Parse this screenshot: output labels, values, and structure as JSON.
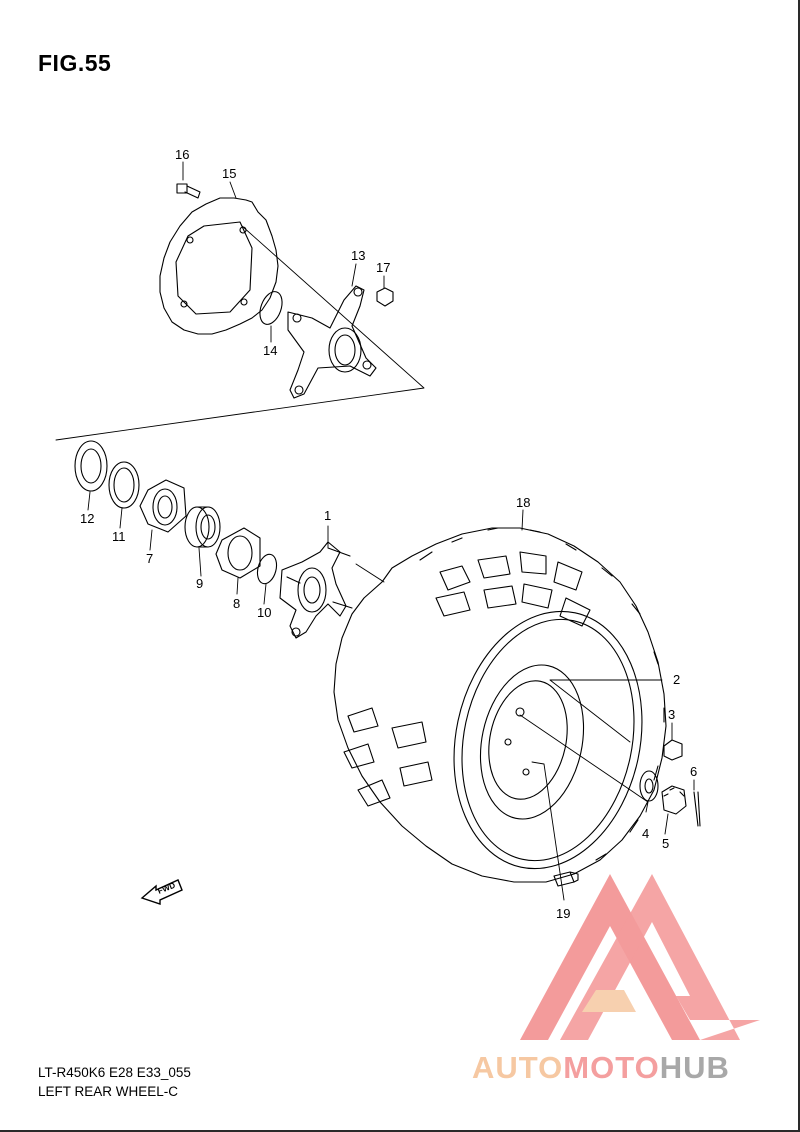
{
  "figure": {
    "title": "FIG.55"
  },
  "parts": [
    {
      "number": "1"
    },
    {
      "number": "2"
    },
    {
      "number": "3"
    },
    {
      "number": "4"
    },
    {
      "number": "5"
    },
    {
      "number": "6"
    },
    {
      "number": "7"
    },
    {
      "number": "8"
    },
    {
      "number": "9"
    },
    {
      "number": "10"
    },
    {
      "number": "11"
    },
    {
      "number": "12"
    },
    {
      "number": "13"
    },
    {
      "number": "14"
    },
    {
      "number": "15"
    },
    {
      "number": "16"
    },
    {
      "number": "17"
    },
    {
      "number": "18"
    },
    {
      "number": "19"
    }
  ],
  "footer": {
    "model_code": "LT-R450K6 E28 E33_055",
    "section_name": "LEFT REAR WHEEL-C"
  },
  "fwd_marker": {
    "text": "FWD",
    "icon": "fwd-arrow-icon"
  },
  "watermark": {
    "brand_part1": "AUTO",
    "brand_part2": "MOTO",
    "brand_part3": "HUB",
    "colors": {
      "auto": "#f6c8a2",
      "moto": "#f49f9f",
      "hub": "#a8a8a8",
      "logo": "#f28a8a"
    }
  }
}
